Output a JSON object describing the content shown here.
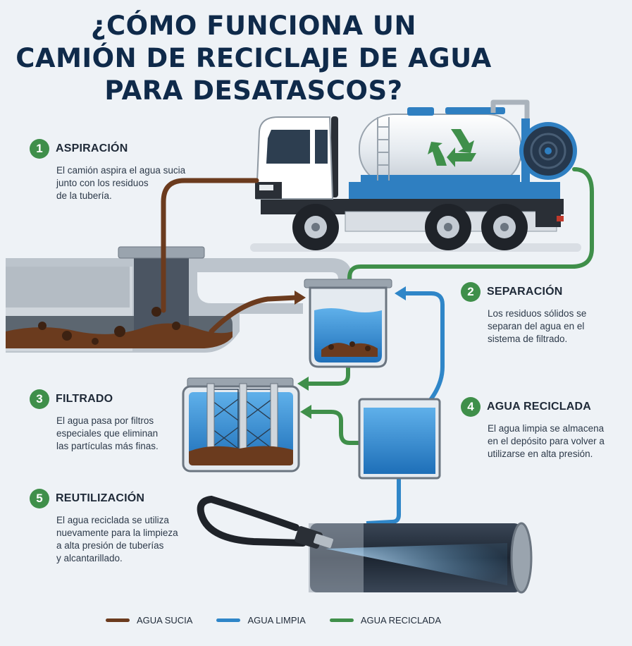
{
  "title": {
    "line1": "¿CÓMO FUNCIONA UN",
    "line2": "CAMIÓN DE RECICLAJE DE AGUA",
    "line3": "PARA DESATASCOS?"
  },
  "steps": [
    {
      "number": "1",
      "title": "ASPIRACIÓN",
      "lines": [
        "El camión aspira el agua sucia",
        "junto con los residuos",
        "de la tubería."
      ]
    },
    {
      "number": "2",
      "title": "SEPARACIÓN",
      "lines": [
        "Los residuos sólidos se",
        "separan del agua en el",
        "sistema de filtrado."
      ]
    },
    {
      "number": "3",
      "title": "FILTRADO",
      "lines": [
        "El agua pasa por filtros",
        "especiales que eliminan",
        "las partículas más finas."
      ]
    },
    {
      "number": "4",
      "title": "AGUA RECICLADA",
      "lines": [
        "El agua limpia se almacena",
        "en el depósito para volver a",
        "utilizarse en alta presión."
      ]
    },
    {
      "number": "5",
      "title": "REUTILIZACIÓN",
      "lines": [
        "El agua reciclada se utiliza",
        "nuevamente para la limpieza",
        "a alta presión de tuberías",
        "y alcantarillado."
      ]
    }
  ],
  "legend": [
    {
      "label": "AGUA SUCIA",
      "color": "#6b3b1e"
    },
    {
      "label": "AGUA LIMPIA",
      "color": "#2f86c8"
    },
    {
      "label": "AGUA RECICLADA",
      "color": "#3f8f4a"
    }
  ],
  "colors": {
    "dirty": "#6b3b1e",
    "clean": "#2f86c8",
    "recycled": "#3f8f4a",
    "badge": "#3f8f4a",
    "title": "#0f2a4a"
  },
  "icons": {
    "tank_logo": "recycle-icon"
  }
}
